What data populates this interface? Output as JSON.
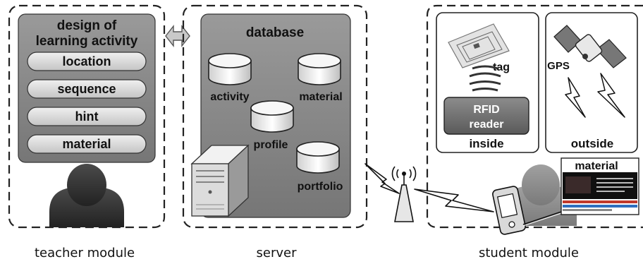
{
  "teacher": {
    "box_title_line1": "design of",
    "box_title_line2": "learning activity",
    "items": [
      "location",
      "sequence",
      "hint",
      "material"
    ],
    "caption": "teacher module"
  },
  "server": {
    "title": "database",
    "databases": [
      "activity",
      "material",
      "profile",
      "portfolio"
    ],
    "caption": "server"
  },
  "student": {
    "inside": {
      "tag_label": "tag",
      "reader_line1": "RFID",
      "reader_line2": "reader",
      "label": "inside"
    },
    "outside": {
      "gps_label": "GPS",
      "label": "outside"
    },
    "material_label": "material",
    "caption": "student module"
  },
  "icons": [
    "double-arrow-icon",
    "database-icon",
    "server-tower-icon",
    "person-icon",
    "antenna-icon",
    "lightning-icon",
    "satellite-icon",
    "pda-icon",
    "rfid-tag-icon",
    "wave-signal-icon"
  ],
  "colors": {
    "panel_dark": "#7f7f7f",
    "panel_mid": "#a8a8a8",
    "pill": "#d9d9d9",
    "person": "#3a3a3a",
    "dashed_border": "#222222"
  }
}
